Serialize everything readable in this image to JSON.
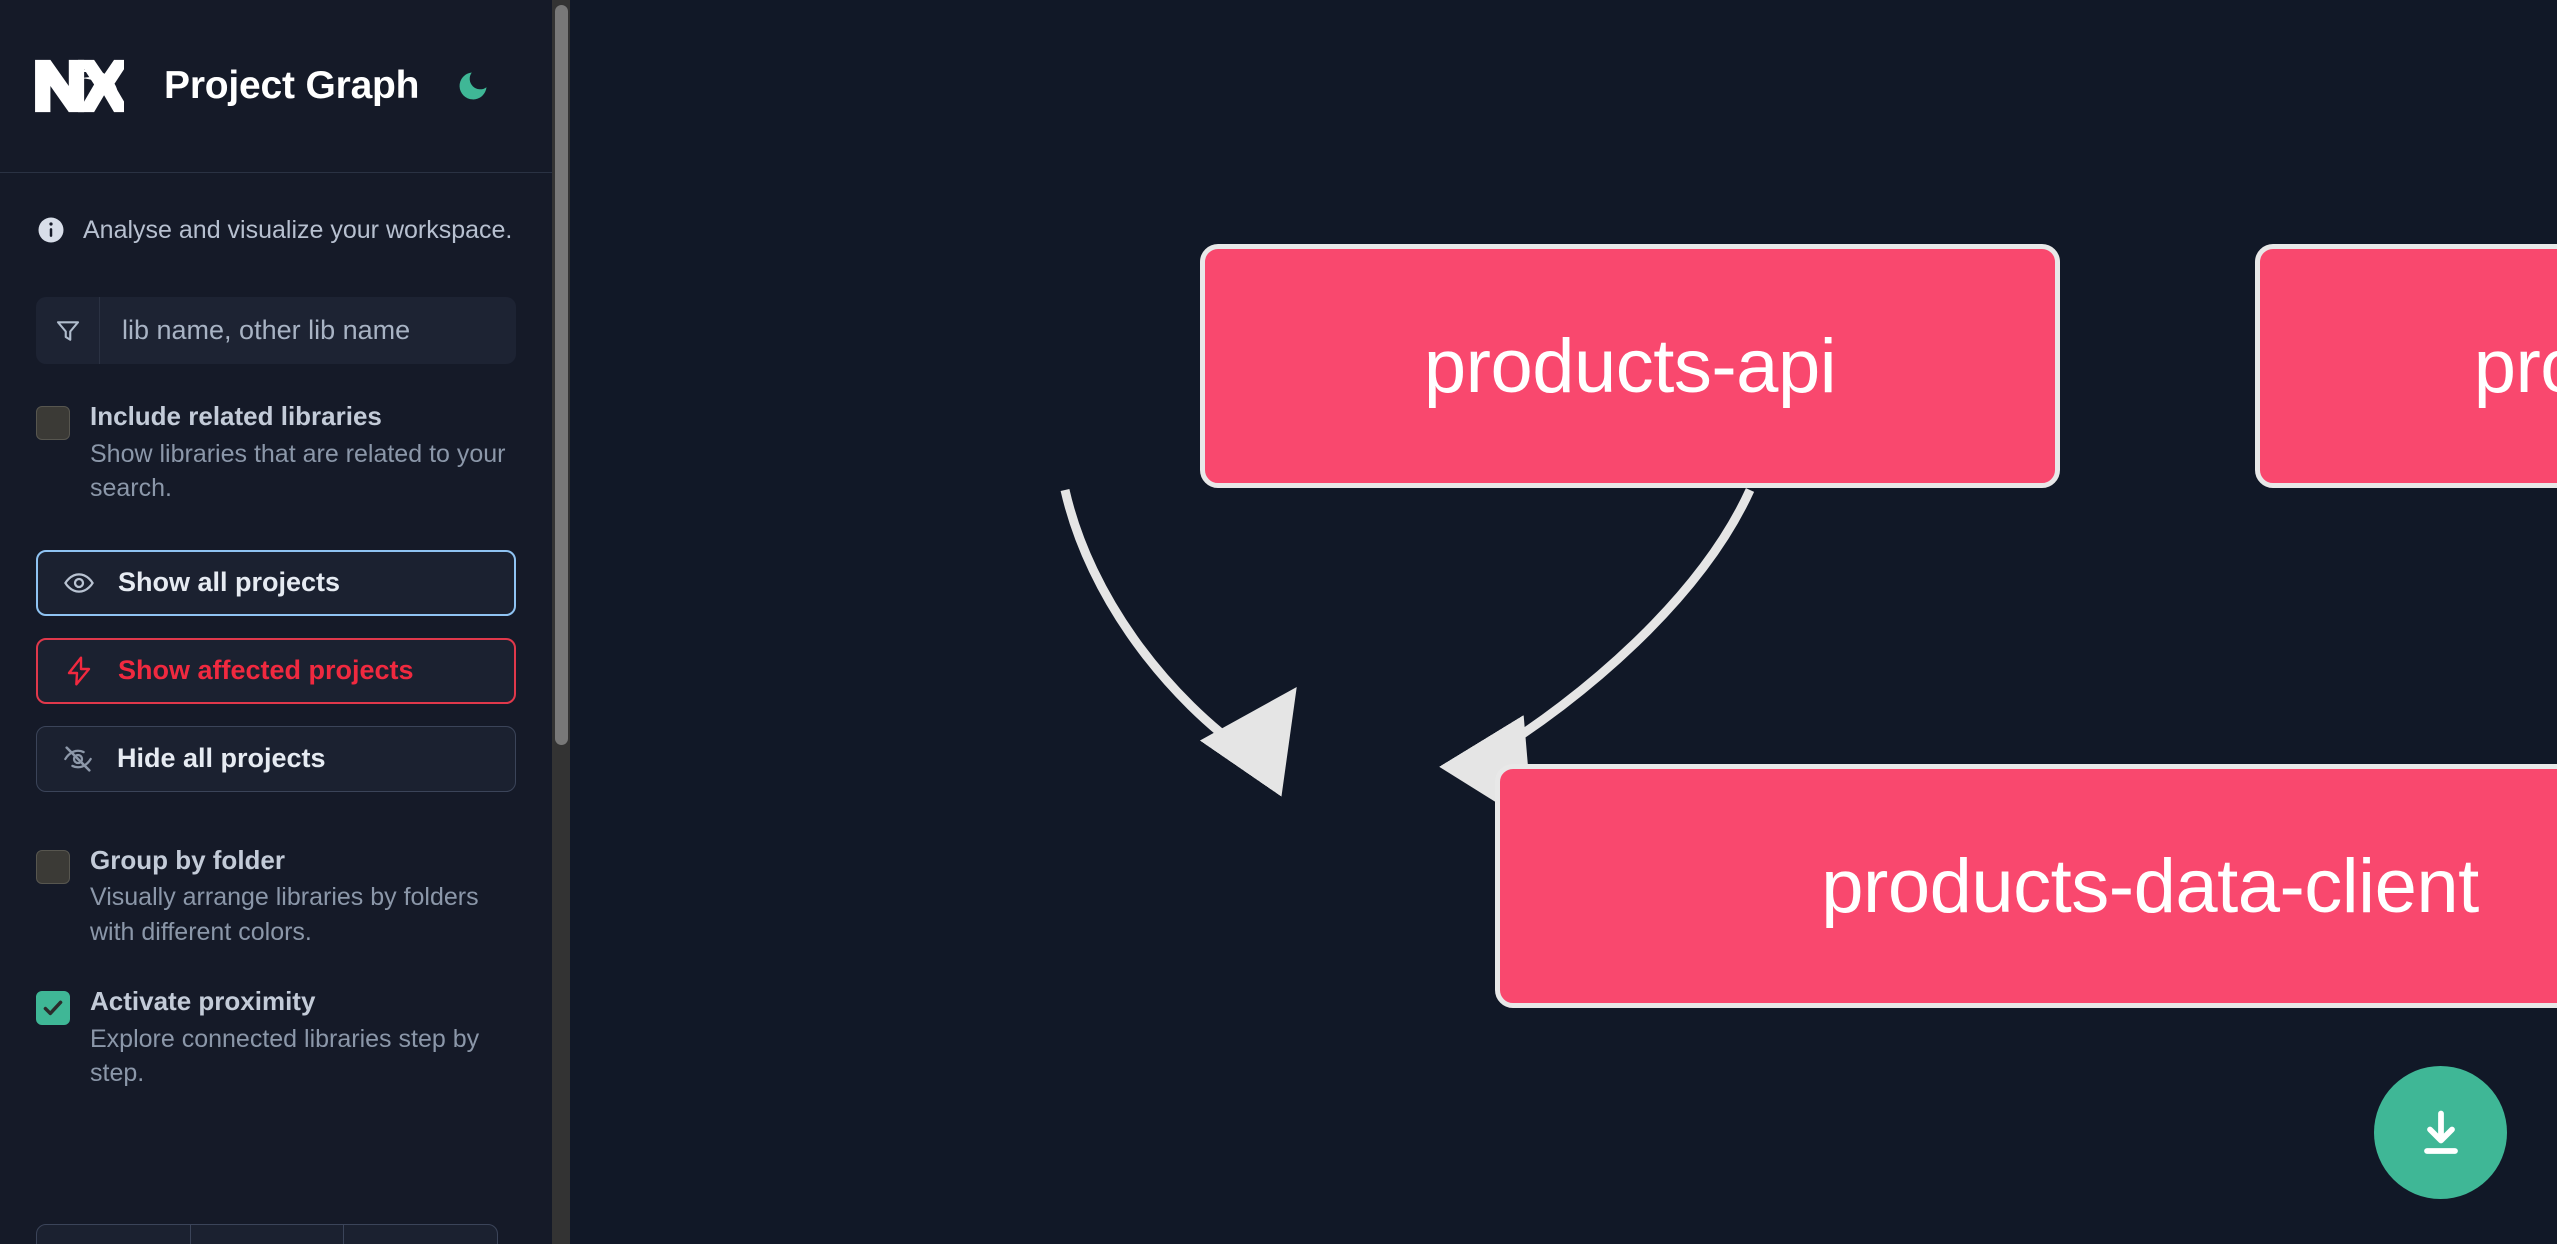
{
  "header": {
    "logo_name": "nx-logo",
    "title": "Project Graph",
    "theme_toggle_icon": "moon-icon",
    "theme_toggle_color": "#3fb796"
  },
  "sidebar": {
    "analyse_icon": "info-icon",
    "analyse_text": "Analyse and visualize your workspace.",
    "search": {
      "icon": "filter-funnel-icon",
      "placeholder": "lib name, other lib name",
      "value": ""
    },
    "checkboxes": [
      {
        "id": "include-related-libraries",
        "label": "Include related libraries",
        "description": "Show libraries that are related to your search.",
        "checked": false
      },
      {
        "id": "group-by-folder",
        "label": "Group by folder",
        "description": "Visually arrange libraries by folders with different colors.",
        "checked": false
      },
      {
        "id": "activate-proximity",
        "label": "Activate proximity",
        "description": "Explore connected libraries step by step.",
        "checked": true
      }
    ],
    "buttons": [
      {
        "id": "show-all-projects",
        "label": "Show all projects",
        "icon": "eye-icon",
        "border_color": "#8fc3f2",
        "text_color": "#e6ebf2"
      },
      {
        "id": "show-affected-projects",
        "label": "Show affected projects",
        "icon": "lightning-icon",
        "border_color": "#e0384b",
        "text_color": "#f0293f"
      },
      {
        "id": "hide-all-projects",
        "label": "Hide all projects",
        "icon": "eye-off-icon",
        "border_color": "#3b4459",
        "text_color": "#e6ebf2"
      }
    ],
    "scrollbar": {
      "name": "sidebar-scrollbar"
    }
  },
  "graph": {
    "background": "#111827",
    "node_fill": "#f9486e",
    "node_border": "#e8e8e8",
    "edge_color": "#e5e5e5",
    "nodes": [
      {
        "id": "products-api",
        "label": "products-api"
      },
      {
        "id": "products-cli",
        "label": "products-cli"
      },
      {
        "id": "products-data-client",
        "label": "products-data-client"
      }
    ],
    "edges": [
      {
        "from": "products-api",
        "to": "products-data-client"
      },
      {
        "from": "products-cli",
        "to": "products-data-client"
      }
    ]
  },
  "fab": {
    "name": "download-button",
    "icon": "download-icon",
    "color": "#3fb796"
  }
}
